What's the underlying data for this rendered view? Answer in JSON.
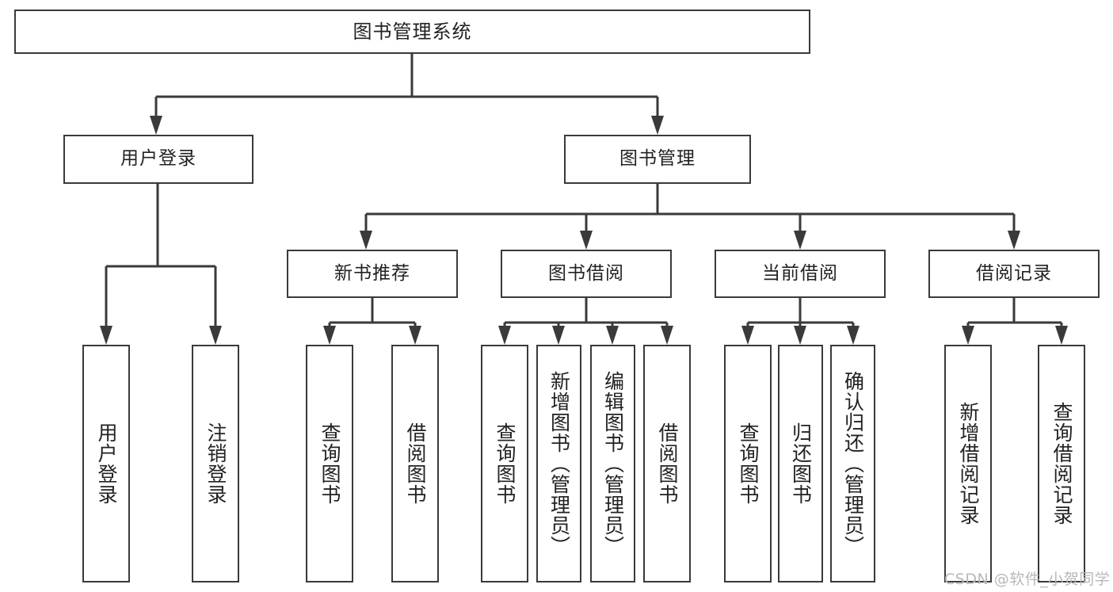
{
  "diagram": {
    "title": "图书管理系统",
    "type": "tree-hierarchy",
    "root": {
      "label": "图书管理系统"
    },
    "level2": [
      {
        "label": "用户登录"
      },
      {
        "label": "图书管理"
      }
    ],
    "level3": [
      {
        "label": "新书推荐"
      },
      {
        "label": "图书借阅"
      },
      {
        "label": "当前借阅"
      },
      {
        "label": "借阅记录"
      }
    ],
    "leaves": {
      "user_login": [
        {
          "label": "用户登录"
        },
        {
          "label": "注销登录"
        }
      ],
      "new_book_recommend": [
        {
          "label": "查询图书"
        },
        {
          "label": "借阅图书"
        }
      ],
      "book_borrow": [
        {
          "label": "查询图书"
        },
        {
          "label": "新增图书（管理员）"
        },
        {
          "label": "编辑图书（管理员）"
        },
        {
          "label": "借阅图书"
        }
      ],
      "current_borrow": [
        {
          "label": "查询图书"
        },
        {
          "label": "归还图书"
        },
        {
          "label": "确认归还（管理员）"
        }
      ],
      "borrow_record": [
        {
          "label": "新增借阅记录"
        },
        {
          "label": "查询借阅记录"
        }
      ]
    }
  },
  "watermark": {
    "text": "CSDN @软件_小贺同学"
  },
  "colors": {
    "stroke": "#3a3a3a",
    "text": "#222222",
    "background": "#ffffff",
    "watermark": "#b8b8b8"
  }
}
